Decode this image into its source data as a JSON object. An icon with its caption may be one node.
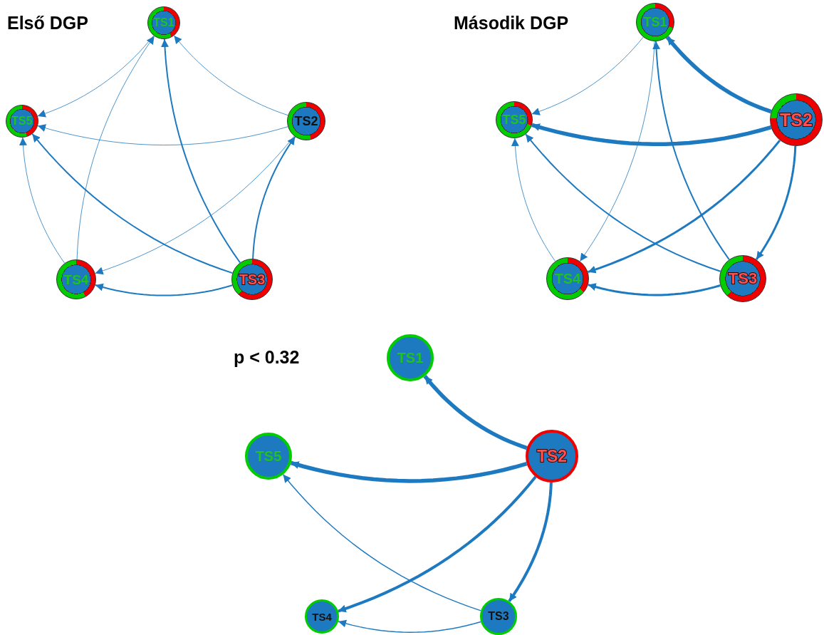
{
  "diagram": {
    "nodes": [
      {
        "text": [
          "TS1"
        ]
      },
      {
        "text": [
          "TS5"
        ]
      },
      {
        "text": [
          "TS2"
        ]
      },
      {
        "text": [
          "TS4"
        ]
      },
      {
        "text": [
          "TS3"
        ]
      },
      {
        "text": [
          "TS1"
        ]
      },
      {
        "text": [
          "TS5"
        ]
      },
      {
        "text": [
          "TS2"
        ]
      },
      {
        "text": [
          "TS4"
        ]
      },
      {
        "text": [
          "TS3"
        ]
      },
      {
        "text": [
          "TS1"
        ]
      },
      {
        "text": [
          "TS5"
        ]
      },
      {
        "text": [
          "TS2"
        ]
      },
      {
        "text": [
          "TS4"
        ]
      },
      {
        "text": [
          "TS3"
        ]
      }
    ],
    "edges": [
      {
        "from": 0,
        "to": 1,
        "arrow": "to"
      },
      {
        "from": 3,
        "to": 0,
        "arrow": "to"
      },
      {
        "from": 4,
        "to": 0,
        "arrow": "to"
      },
      {
        "from": 2,
        "to": 0,
        "arrow": "to"
      },
      {
        "from": 2,
        "to": 1,
        "arrow": "to"
      },
      {
        "from": 4,
        "to": 1,
        "arrow": "to"
      },
      {
        "from": 3,
        "to": 1,
        "arrow": "to"
      },
      {
        "from": 2,
        "to": 3,
        "arrow": "to"
      },
      {
        "from": 4,
        "to": 2,
        "arrow": "to"
      },
      {
        "from": 4,
        "to": 3,
        "arrow": "to"
      },
      {
        "from": 5,
        "to": 6,
        "arrow": "to"
      },
      {
        "from": 5,
        "to": 8,
        "arrow": "to"
      },
      {
        "from": 9,
        "to": 5,
        "arrow": "to"
      },
      {
        "from": 7,
        "to": 5,
        "arrow": "to",
        "style": "thick"
      },
      {
        "from": 7,
        "to": 6,
        "arrow": "to",
        "style": "thick"
      },
      {
        "from": 9,
        "to": 6,
        "arrow": "to"
      },
      {
        "from": 8,
        "to": 6,
        "arrow": "to"
      },
      {
        "from": 7,
        "to": 8,
        "arrow": "to"
      },
      {
        "from": 7,
        "to": 9,
        "arrow": "to"
      },
      {
        "from": 9,
        "to": 8,
        "arrow": "to"
      },
      {
        "from": 12,
        "to": 10,
        "arrow": "to",
        "style": "thick"
      },
      {
        "from": 12,
        "to": 11,
        "arrow": "to",
        "style": "thick"
      },
      {
        "from": 12,
        "to": 13,
        "arrow": "to",
        "style": "thick"
      },
      {
        "from": 12,
        "to": 14,
        "arrow": "to",
        "style": "thick"
      },
      {
        "from": 14,
        "to": 11,
        "arrow": "to"
      },
      {
        "from": 14,
        "to": 13,
        "arrow": "to"
      }
    ],
    "labels": [
      "Első DGP",
      "Második DGP",
      "p < 0.32"
    ]
  }
}
